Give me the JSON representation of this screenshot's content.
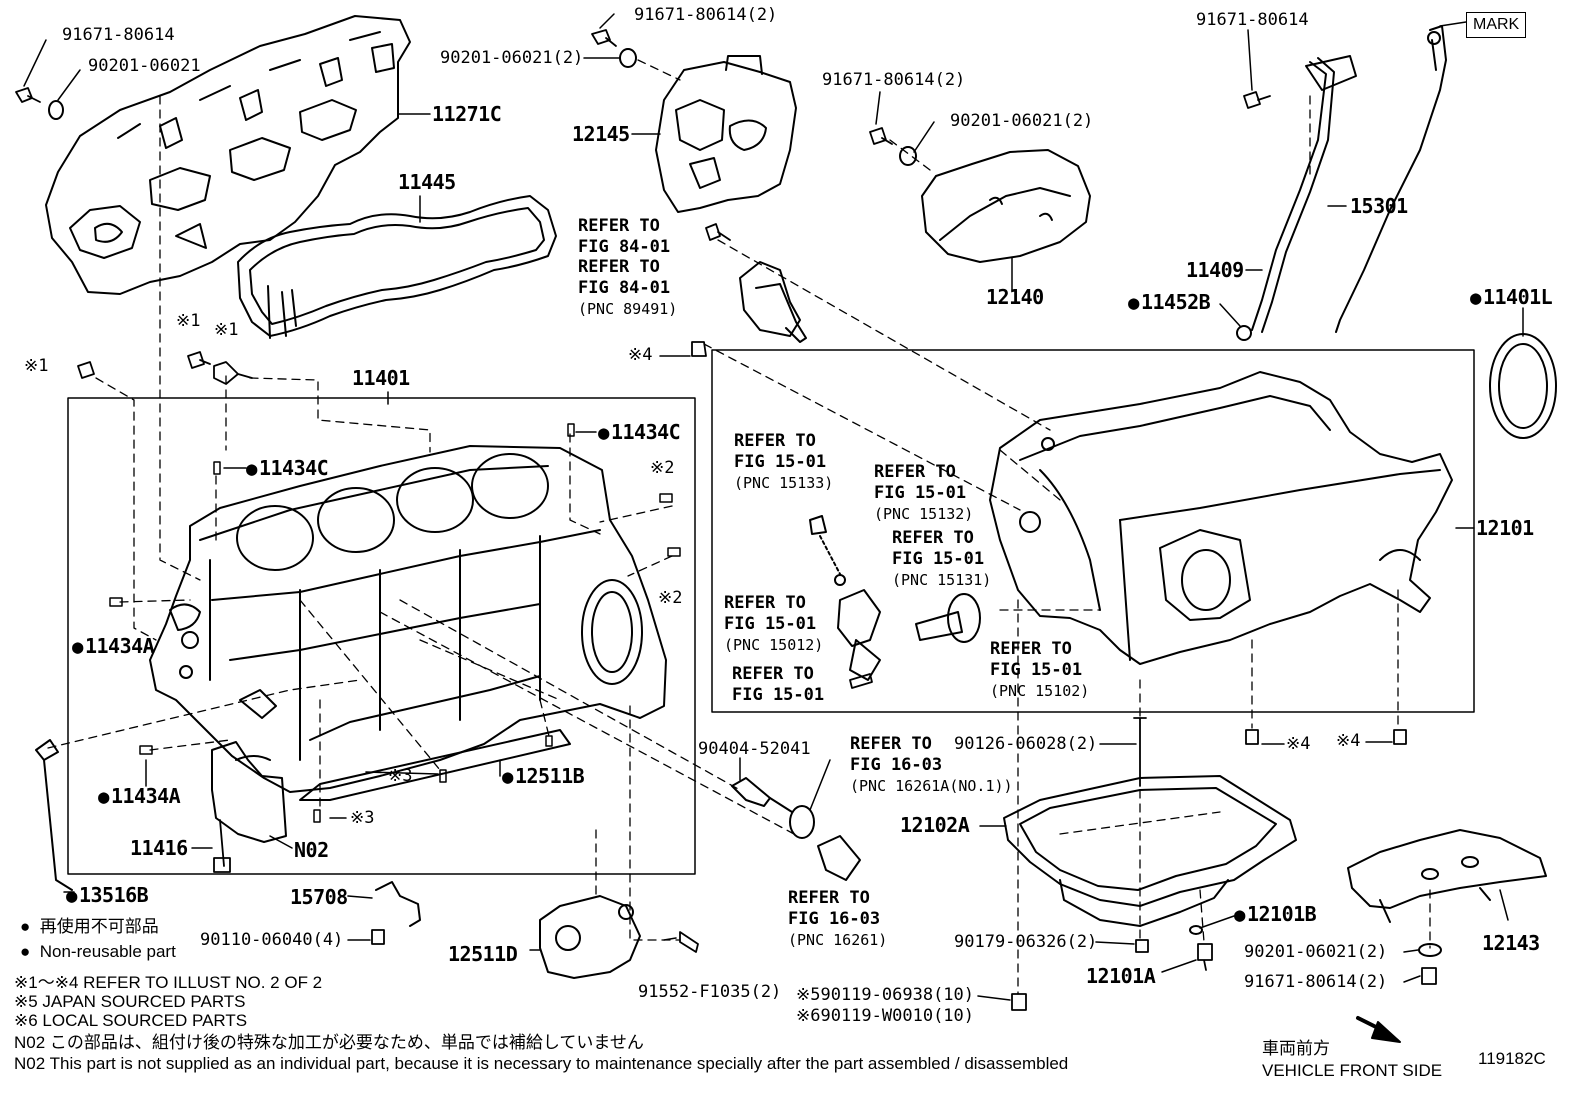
{
  "labels": {
    "p_91671_80614_a": "91671-80614",
    "p_90201_06021_a": "90201-06021",
    "p_11271C": "11271C",
    "p_11445": "11445",
    "p_91671_80614_b": "91671-80614(2)",
    "p_90201_06021_b": "90201-06021(2)",
    "p_12145": "12145",
    "p_91671_80614_c": "91671-80614(2)",
    "p_90201_06021_c": "90201-06021(2)",
    "p_12140": "12140",
    "p_91671_80614_d": "91671-80614",
    "mark_box": "MARK",
    "p_15301": "15301",
    "p_11409": "11409",
    "p_11452B": "11452B",
    "p_11401L": "11401L",
    "x1_a": "※1",
    "x1_b": "※1",
    "x1_c": "※1",
    "x4_a": "※4",
    "p_11401": "11401",
    "p_11434C_a": "11434C",
    "p_11434C_b": "11434C",
    "x2_a": "※2",
    "x2_b": "※2",
    "p_11434A_a": "11434A",
    "p_11434A_b": "11434A",
    "x3_a": "※3",
    "x3_b": "※3",
    "p_12511B": "12511B",
    "p_11416": "11416",
    "p_N02": "N02",
    "p_13516B": "13516B",
    "p_15708": "15708",
    "p_90110_06040": "90110-06040(4)",
    "p_12511D": "12511D",
    "p_91552_F1035": "91552-F1035(2)",
    "p_90404_52041": "90404-52041",
    "p_12101": "12101",
    "p_90126_06028": "90126-06028(2)",
    "x4_b": "※4",
    "x4_c": "※4",
    "p_12102A": "12102A",
    "p_12101B": "12101B",
    "p_90179_06326": "90179-06326(2)",
    "p_12101A": "12101A",
    "p_90119_06938": "※590119-06938(10)",
    "p_90119_W0010": "※690119-W0010(10)",
    "p_12143": "12143",
    "p_90201_06021_d": "90201-06021(2)",
    "p_91671_80614_e": "91671-80614(2)",
    "code": "119182C"
  },
  "refs": {
    "r1_l1": "REFER TO",
    "r1_l2": "FIG 84-01",
    "r2_l1": "REFER TO",
    "r2_l2": "FIG 84-01",
    "r2_l3": "(PNC 89491)",
    "r3_l1": "REFER TO",
    "r3_l2": "FIG 15-01",
    "r3_l3": "(PNC 15133)",
    "r4_l1": "REFER TO",
    "r4_l2": "FIG 15-01",
    "r4_l3": "(PNC 15132)",
    "r5_l1": "REFER TO",
    "r5_l2": "FIG 15-01",
    "r5_l3": "(PNC 15131)",
    "r6_l1": "REFER TO",
    "r6_l2": "FIG 15-01",
    "r6_l3": "(PNC 15012)",
    "r7_l1": "REFER TO",
    "r7_l2": "FIG 15-01",
    "r8_l1": "REFER TO",
    "r8_l2": "FIG 15-01",
    "r8_l3": "(PNC 15102)",
    "r9_l1": "REFER TO",
    "r9_l2": "FIG 16-03",
    "r9_l3": "(PNC 16261A(NO.1))",
    "r10_l1": "REFER TO",
    "r10_l2": "FIG 16-03",
    "r10_l3": "(PNC 16261)"
  },
  "legend": {
    "nonreuse_jp": "再使用不可部品",
    "nonreuse_en": "Non-reusable part",
    "note1": "※1～※4  REFER TO ILLUST NO. 2 OF 2",
    "note5": "※5 JAPAN SOURCED PARTS",
    "note6": "※6 LOCAL SOURCED PARTS",
    "n02_jp": "N02  この部品は、組付け後の特殊な加工が必要なため、単品では補給していません",
    "n02_en": "N02  This part is not supplied as an individual part, because it is necessary to maintenance specially after the part assembled / disassembled",
    "front_jp": "車両前方",
    "front_en": "VEHICLE FRONT SIDE"
  }
}
